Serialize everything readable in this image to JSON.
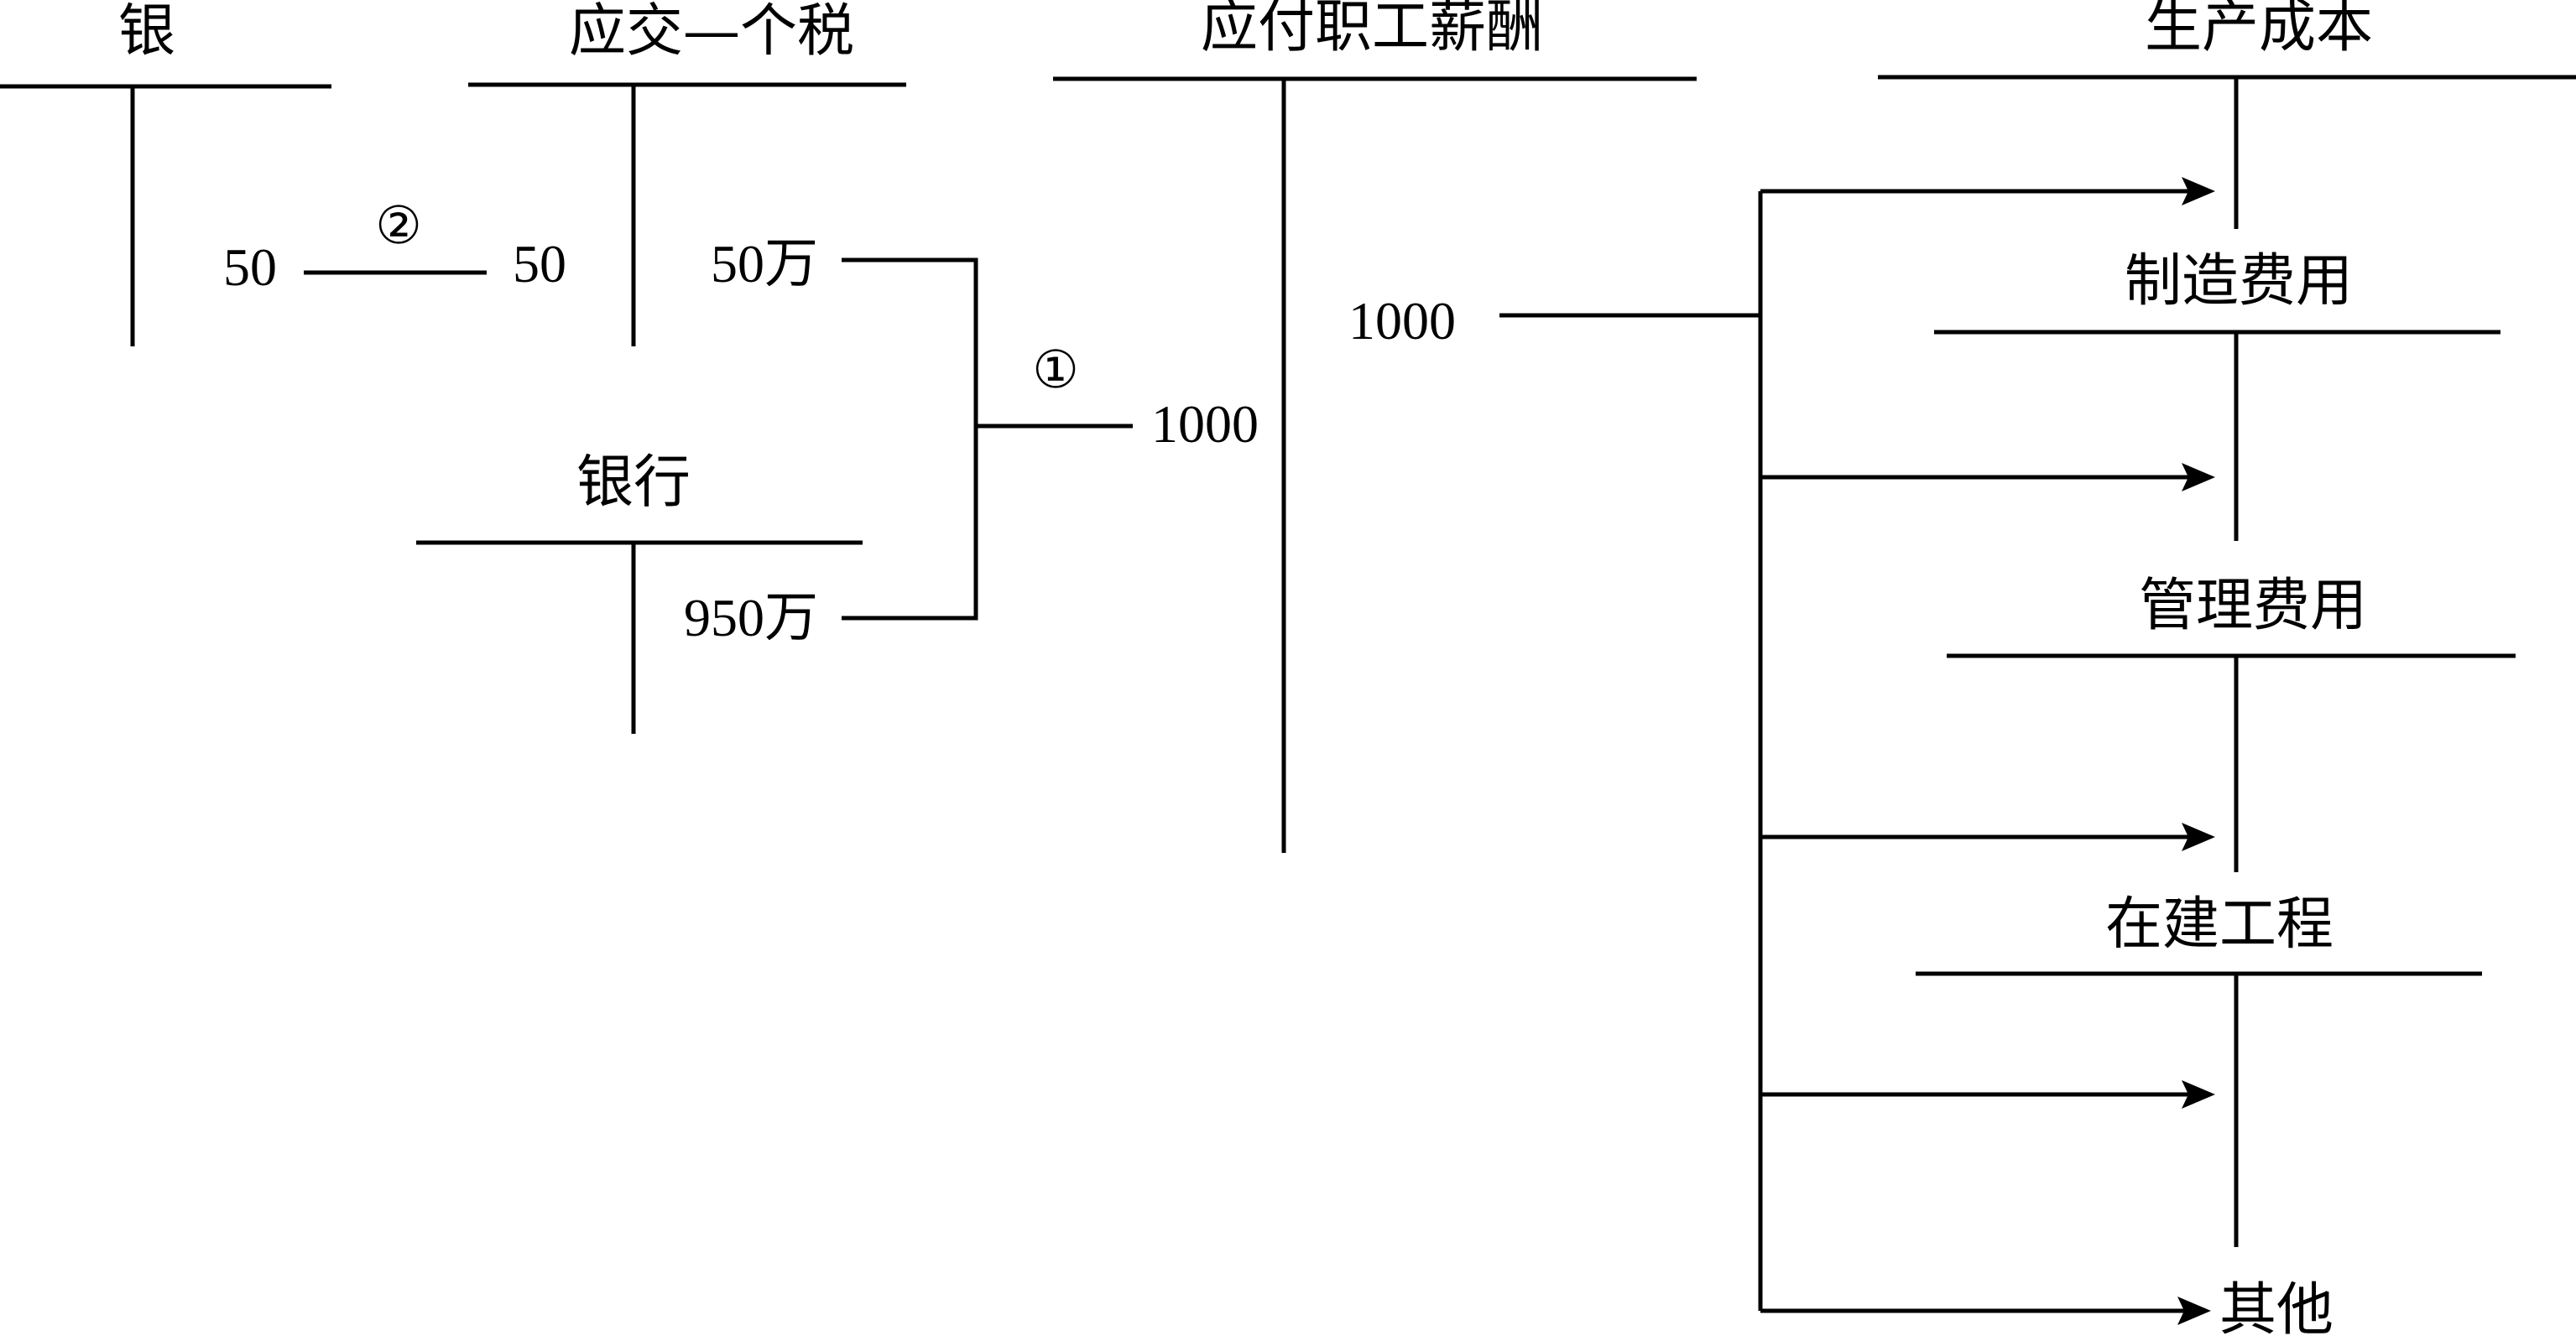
{
  "accounts": {
    "bank_top": {
      "title": "银",
      "credit_amount": "50"
    },
    "individual_income_tax": {
      "title": "应交—个税",
      "debit_amount": "50",
      "credit_amount": "50万"
    },
    "bank_account": {
      "title": "银行",
      "credit_amount": "950万"
    },
    "payroll_payable": {
      "title": "应付职工薪酬",
      "debit_total": "1000",
      "credit_total": "1000"
    },
    "production_cost": {
      "title": "生产成本"
    },
    "manufacturing_overhead": {
      "title": "制造费用"
    },
    "administrative_expenses": {
      "title": "管理费用"
    },
    "construction_in_progress": {
      "title": "在建工程"
    },
    "other": {
      "title": "其他"
    }
  },
  "markers": {
    "entry_1": "①",
    "entry_2": "②"
  },
  "colors": {
    "line": "#000000",
    "background": "#ffffff"
  }
}
